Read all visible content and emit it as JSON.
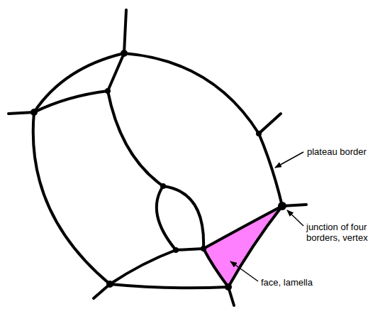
{
  "diagram": {
    "labels": [
      "plateau border",
      "junction of four borders, vertex",
      "face, lamella"
    ]
  }
}
